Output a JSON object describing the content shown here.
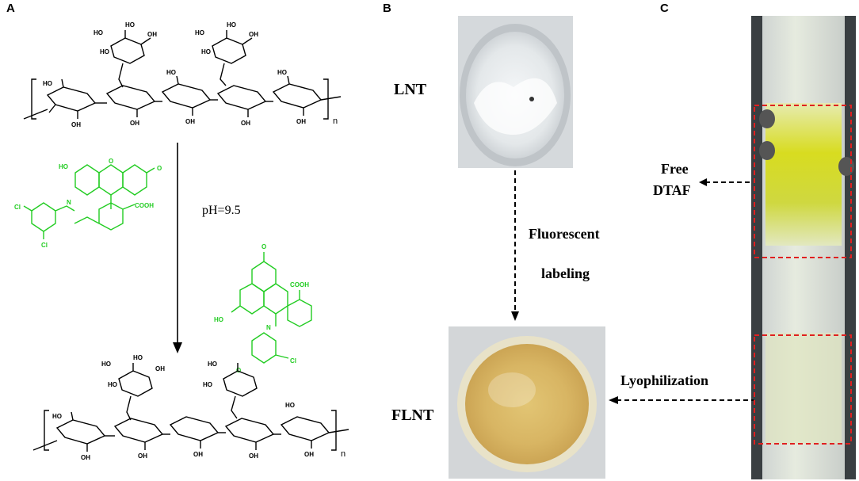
{
  "panels": {
    "a": {
      "letter": "A",
      "condition": "pH=9.5",
      "n_top": "n",
      "n_bottom": "n"
    },
    "b": {
      "letter": "B",
      "top_label": "LNT",
      "bottom_label": "FLNT",
      "arrow_label_1": "Fluorescent",
      "arrow_label_2": "labeling"
    },
    "c": {
      "letter": "C",
      "free_label_1": "Free",
      "free_label_2": "DTAF",
      "lyo_label": "Lyophilization"
    }
  },
  "atoms": {
    "ho": "HO",
    "oh": "OH",
    "o": "O",
    "cl": "Cl",
    "n": "N",
    "cooh": "COOH",
    "h": "H"
  },
  "colors": {
    "dye": "#22cc22",
    "highlight_box": "#e02020",
    "lnt_photo": "#d9dde0",
    "flnt_photo": "#d9b96a",
    "column": "#dfe6c8",
    "free_dtaf": "#d8d800"
  }
}
